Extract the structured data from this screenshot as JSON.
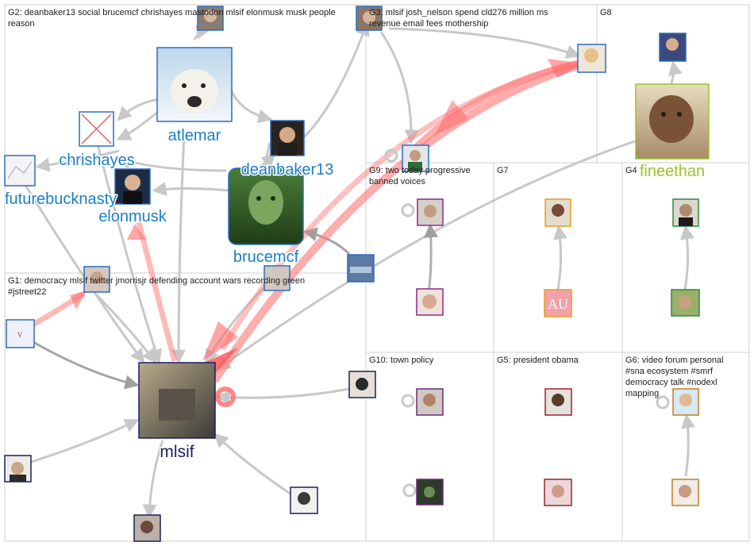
{
  "groups": [
    {
      "id": "G2",
      "label": "G2: deanbaker13 social brucemcf chrishayes mastodon mlsif elonmusk musk people",
      "label2": "reason"
    },
    {
      "id": "G3",
      "label": "G3: mlsif josh_nelson spend cld276 million ms",
      "label2": "revenue email fees mothership"
    },
    {
      "id": "G8",
      "label": "G8",
      "label2": ""
    },
    {
      "id": "G9",
      "label": "G9: two today progressive",
      "label2": "banned voices"
    },
    {
      "id": "G7",
      "label": "G7",
      "label2": ""
    },
    {
      "id": "G4",
      "label": "G4",
      "label2": ""
    },
    {
      "id": "G1",
      "label": "G1: democracy mlsif twitter jmorrisjr defending account wars recording green",
      "label2": "#jstreet22"
    },
    {
      "id": "G10",
      "label": "G10: town policy",
      "label2": ""
    },
    {
      "id": "G5",
      "label": "G5: president obama",
      "label2": ""
    },
    {
      "id": "G6",
      "label": "G6: video forum personal",
      "label2": "#sna ecosystem #smrf",
      "label3": "democracy talk #nodexl",
      "label4": "mapping"
    }
  ],
  "labeled_nodes": [
    {
      "id": "atlemar",
      "label": "atlemar",
      "color": "#1a7fc6"
    },
    {
      "id": "chrishayes",
      "label": "chrishayes",
      "color": "#1a7fc6"
    },
    {
      "id": "deanbaker13",
      "label": "deanbaker13",
      "color": "#1a7fc6"
    },
    {
      "id": "futurebucknasty",
      "label": "futurebucknasty",
      "color": "#1a7fc6"
    },
    {
      "id": "elonmusk",
      "label": "elonmusk",
      "color": "#1a7fc6"
    },
    {
      "id": "brucemcf",
      "label": "brucemcf",
      "color": "#1a7fc6"
    },
    {
      "id": "fineethan",
      "label": "fineethan",
      "color": "#9ac32b"
    },
    {
      "id": "mlsif",
      "label": "mlsif",
      "color": "#1b1f5e"
    }
  ],
  "colors": {
    "edge_gray": "#c8c8c8",
    "edge_dark": "#a4a4a4",
    "edge_red": "#ff7a7a",
    "group_border": "#cfcfcf"
  }
}
